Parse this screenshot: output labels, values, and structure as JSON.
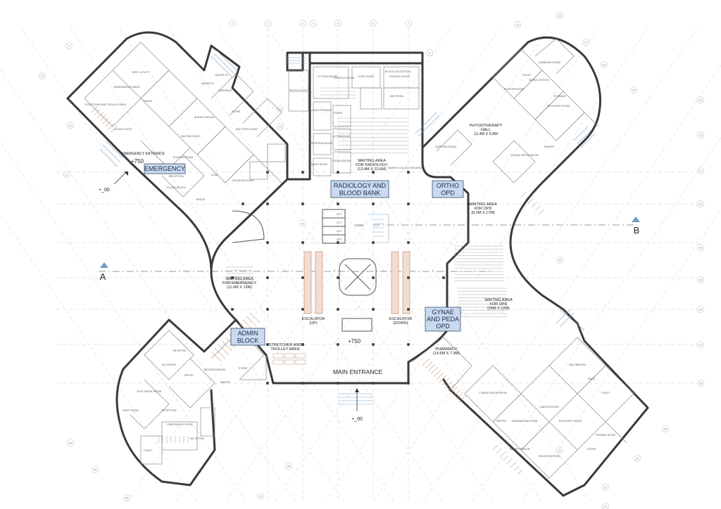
{
  "zone_tags": [
    {
      "id": "emergency",
      "lines": [
        "EMERGENCY"
      ]
    },
    {
      "id": "radiology",
      "lines": [
        "RADIOLOGY AND",
        "BLOOD BANK"
      ]
    },
    {
      "id": "ortho",
      "lines": [
        "ORTHO",
        "OPD"
      ]
    },
    {
      "id": "admin",
      "lines": [
        "ADMIN",
        "BLOCK"
      ]
    },
    {
      "id": "gynae",
      "lines": [
        "GYNAE",
        "AND PEDA",
        "OPD"
      ]
    }
  ],
  "labels": {
    "emergency_entrance": "EMERGENCY ENTRANCE",
    "level_emergency": "+750",
    "level_ground_left": "+_00",
    "level_main": "+750",
    "main_entrance": "MAIN ENTRANCE",
    "level_ground_bottom": "+_00",
    "waiting_radiology": [
      "WAITING AREA",
      "FOR RADIOLOGY",
      "(13.4M X 13.6M)"
    ],
    "waiting_emergency": [
      "WAITING AREA",
      "FOR EMERGENCY",
      "(11.6M X 13M)"
    ],
    "waiting_opd_top": [
      "WAITING AREA",
      "FOR OPD",
      "(9.2M X 17M)"
    ],
    "waiting_opd_bottom": [
      "WAITING AREA",
      "FOR OPD",
      "(26M X 12M)"
    ],
    "physiotherapy": [
      "PHYSIOTHERAPY",
      "HALL",
      "11.4M X 9.8M"
    ],
    "pharmacy": [
      "PHARMACY",
      "(14.6M X 7.9M)"
    ],
    "core": "CORE",
    "escalator_up": [
      "ESCALATOR",
      "(UP)"
    ],
    "escalator_down": [
      "ESCALATOR",
      "(DOWN)"
    ],
    "stretcher": [
      "STRETCHER AND",
      "TROLLEY AREA"
    ],
    "section_a": "A",
    "section_b": "B",
    "lift": "LIFT"
  },
  "room_labels": {
    "emergency_wing": [
      "TRIAGE",
      "NURSE STATION",
      "WAITING ZONE",
      "RECEPTION",
      "X-RAY",
      "ISOLATION ROOM",
      "DOCTOR'S ROOM",
      "PLASTER ROOM",
      "STORE",
      "MINOR OT",
      "DRESSING",
      "MAJOR OT",
      "CLEAN UTILITY",
      "DIRTY UTILITY",
      "STRETCHER AND TROLLEY AREA",
      "RESUS",
      "POLICE BOOTH",
      "OBSERVATION WARD"
    ],
    "radiology_wing": [
      "CT SCAN ROOM",
      "CONSOLE ROOM",
      "X-RAY ROOM",
      "CONTROL ROOM",
      "MRI ROOM",
      "BLOOD COLLECTION",
      "BLOOD STORAGE",
      "REPORTING ROOM",
      "ULTRASOUND",
      "STERILIZATION",
      "DONOR ROOM",
      "STORE",
      "SAMPLE COLLECTION AREA"
    ],
    "ortho_wing": [
      "PLASTER ROOM",
      "RECOVERY ROOM",
      "STORAGE",
      "CONSULTATION ROOM",
      "NURSE STATION",
      "SUPPLIES ROOM",
      "PANTRY",
      "TOILET",
      "CHANGING ROOM"
    ],
    "admin_wing": [
      "ACCOUNTS",
      "RECORDS ROOM",
      "OFFICE",
      "CONFERENCE ROOM",
      "MD OFFICE",
      "ELECTRICAL ROOM",
      "STAFF ROOM",
      "RECEPTION",
      "PANTRY",
      "HR OFFICE",
      "TOILET",
      "STORE"
    ],
    "gynae_wing": [
      "CONSULTATION ROOM",
      "EXAMINATION ROOM",
      "NURSE STATION",
      "LABOUR ROOM",
      "RECOVERY ROOM",
      "VACCINATION",
      "SNCU",
      "TOILET",
      "STORE",
      "ISOLATION ROOM",
      "FEEDING ROOM",
      "PANTRY"
    ]
  },
  "grid_bubbles": [
    "1",
    "2",
    "3",
    "4",
    "5",
    "6",
    "7",
    "8",
    "9",
    "10",
    "11",
    "12",
    "13",
    "14",
    "15",
    "16",
    "17",
    "18",
    "19",
    "20",
    "21",
    "22",
    "23",
    "24",
    "25",
    "26",
    "27",
    "28",
    "29",
    "30",
    "31",
    "32",
    "33",
    "34",
    "35",
    "36",
    "37",
    "38",
    "39",
    "40"
  ],
  "colors": {
    "tag_fill": "#c9daf0",
    "tag_stroke": "#3b4f6b",
    "wall": "#3a3a3a",
    "escalator": "#f2ddd0",
    "stairs": "#7fa8c9"
  }
}
